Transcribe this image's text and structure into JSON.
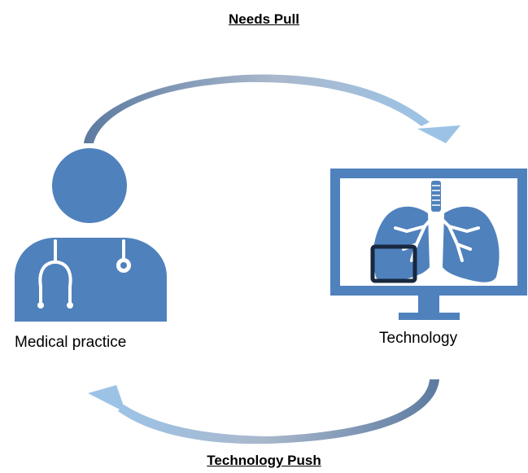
{
  "top_label": "Needs Pull",
  "bottom_label": "Technology Push",
  "left_node": {
    "label": "Medical practice",
    "icon": "doctor-icon"
  },
  "right_node": {
    "label": "Technology",
    "icon": "monitor-lungs-icon"
  },
  "colors": {
    "icon_blue": "#4f81bd",
    "arrow_light": "#9cc3e6",
    "arrow_dark": "#5c7aa0",
    "roi_box": "#17283f"
  }
}
